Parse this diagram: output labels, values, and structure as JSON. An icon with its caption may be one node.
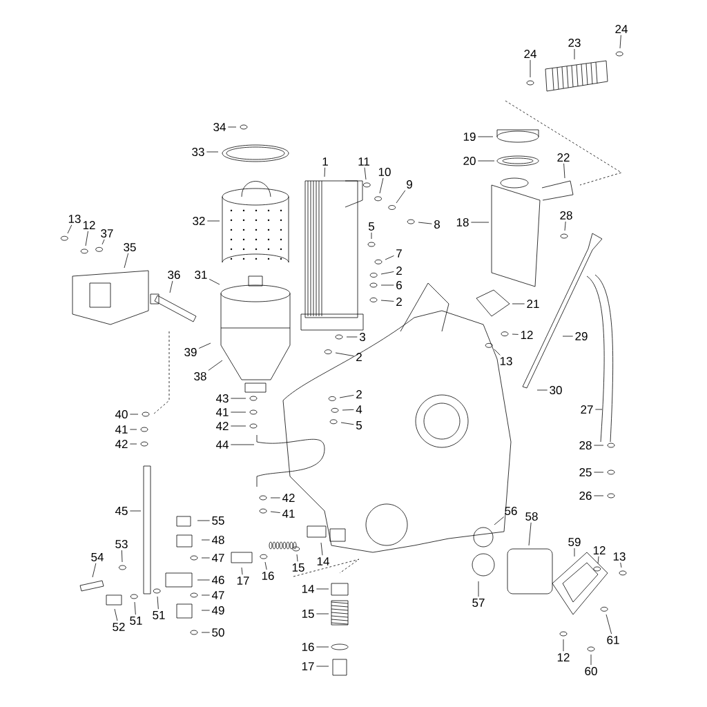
{
  "diagram": {
    "nodes": [
      {
        "text": [
          "24"
        ]
      },
      {
        "text": [
          "23"
        ]
      },
      {
        "text": [
          "24"
        ]
      },
      {
        "text": [
          "34"
        ]
      },
      {
        "text": [
          "33"
        ]
      },
      {
        "text": [
          "19"
        ]
      },
      {
        "text": [
          "20"
        ]
      },
      {
        "text": [
          "22"
        ]
      },
      {
        "text": [
          "1"
        ]
      },
      {
        "text": [
          "11"
        ]
      },
      {
        "text": [
          "10"
        ]
      },
      {
        "text": [
          "9"
        ]
      },
      {
        "text": [
          "8"
        ]
      },
      {
        "text": [
          "32"
        ]
      },
      {
        "text": [
          "18"
        ]
      },
      {
        "text": [
          "28"
        ]
      },
      {
        "text": [
          "13"
        ]
      },
      {
        "text": [
          "12"
        ]
      },
      {
        "text": [
          "37"
        ]
      },
      {
        "text": [
          "35"
        ]
      },
      {
        "text": [
          "5"
        ]
      },
      {
        "text": [
          "7"
        ]
      },
      {
        "text": [
          "2"
        ]
      },
      {
        "text": [
          "6"
        ]
      },
      {
        "text": [
          "2"
        ]
      },
      {
        "text": [
          "36"
        ]
      },
      {
        "text": [
          "31"
        ]
      },
      {
        "text": [
          "21"
        ]
      },
      {
        "text": [
          "3"
        ]
      },
      {
        "text": [
          "12"
        ]
      },
      {
        "text": [
          "29"
        ]
      },
      {
        "text": [
          "39"
        ]
      },
      {
        "text": [
          "13"
        ]
      },
      {
        "text": [
          "2"
        ]
      },
      {
        "text": [
          "38"
        ]
      },
      {
        "text": [
          "30"
        ]
      },
      {
        "text": [
          "2"
        ]
      },
      {
        "text": [
          "43"
        ]
      },
      {
        "text": [
          "4"
        ]
      },
      {
        "text": [
          "27"
        ]
      },
      {
        "text": [
          "41"
        ]
      },
      {
        "text": [
          "40"
        ]
      },
      {
        "text": [
          "5"
        ]
      },
      {
        "text": [
          "42"
        ]
      },
      {
        "text": [
          "41"
        ]
      },
      {
        "text": [
          "42"
        ]
      },
      {
        "text": [
          "44"
        ]
      },
      {
        "text": [
          "28"
        ]
      },
      {
        "text": [
          "25"
        ]
      },
      {
        "text": [
          "26"
        ]
      },
      {
        "text": [
          "42"
        ]
      },
      {
        "text": [
          "41"
        ]
      },
      {
        "text": [
          "45"
        ]
      },
      {
        "text": [
          "56"
        ]
      },
      {
        "text": [
          "58"
        ]
      },
      {
        "text": [
          "55"
        ]
      },
      {
        "text": [
          "48"
        ]
      },
      {
        "text": [
          "59"
        ]
      },
      {
        "text": [
          "53"
        ]
      },
      {
        "text": [
          "12"
        ]
      },
      {
        "text": [
          "13"
        ]
      },
      {
        "text": [
          "47"
        ]
      },
      {
        "text": [
          "54"
        ]
      },
      {
        "text": [
          "14"
        ]
      },
      {
        "text": [
          "15"
        ]
      },
      {
        "text": [
          "16"
        ]
      },
      {
        "text": [
          "17"
        ]
      },
      {
        "text": [
          "46"
        ]
      },
      {
        "text": [
          "14"
        ]
      },
      {
        "text": [
          "47"
        ]
      },
      {
        "text": [
          "57"
        ]
      },
      {
        "text": [
          "49"
        ]
      },
      {
        "text": [
          "15"
        ]
      },
      {
        "text": [
          "51"
        ]
      },
      {
        "text": [
          "51"
        ]
      },
      {
        "text": [
          "52"
        ]
      },
      {
        "text": [
          "50"
        ]
      },
      {
        "text": [
          "61"
        ]
      },
      {
        "text": [
          "16"
        ]
      },
      {
        "text": [
          "12"
        ]
      },
      {
        "text": [
          "17"
        ]
      },
      {
        "text": [
          "60"
        ]
      }
    ],
    "edges": [
      {
        "from": 0,
        "to": null,
        "arrow": "none"
      },
      {
        "from": 1,
        "to": null,
        "arrow": "none"
      },
      {
        "from": 2,
        "to": null,
        "arrow": "none"
      },
      {
        "from": 3,
        "to": null,
        "arrow": "none"
      },
      {
        "from": 4,
        "to": null,
        "arrow": "none"
      },
      {
        "from": 5,
        "to": null,
        "arrow": "none"
      },
      {
        "from": 6,
        "to": null,
        "arrow": "none"
      },
      {
        "from": 7,
        "to": null,
        "arrow": "none"
      },
      {
        "from": 8,
        "to": null,
        "arrow": "none"
      },
      {
        "from": 9,
        "to": null,
        "arrow": "none"
      },
      {
        "from": 10,
        "to": null,
        "arrow": "none"
      },
      {
        "from": 11,
        "to": null,
        "arrow": "none"
      },
      {
        "from": 12,
        "to": null,
        "arrow": "none"
      },
      {
        "from": 13,
        "to": null,
        "arrow": "none"
      },
      {
        "from": 14,
        "to": null,
        "arrow": "none"
      },
      {
        "from": 15,
        "to": null,
        "arrow": "none"
      },
      {
        "from": 16,
        "to": null,
        "arrow": "none"
      },
      {
        "from": 17,
        "to": null,
        "arrow": "none"
      },
      {
        "from": 18,
        "to": null,
        "arrow": "none"
      },
      {
        "from": 19,
        "to": null,
        "arrow": "none"
      },
      {
        "from": 20,
        "to": null,
        "arrow": "none"
      },
      {
        "from": 21,
        "to": null,
        "arrow": "none"
      },
      {
        "from": 22,
        "to": null,
        "arrow": "none"
      },
      {
        "from": 23,
        "to": null,
        "arrow": "none"
      },
      {
        "from": 24,
        "to": null,
        "arrow": "none"
      },
      {
        "from": 25,
        "to": null,
        "arrow": "none"
      },
      {
        "from": 26,
        "to": null,
        "arrow": "none"
      },
      {
        "from": 27,
        "to": null,
        "arrow": "none"
      },
      {
        "from": 28,
        "to": null,
        "arrow": "none"
      },
      {
        "from": 29,
        "to": null,
        "arrow": "none"
      },
      {
        "from": 30,
        "to": null,
        "arrow": "none"
      },
      {
        "from": 31,
        "to": null,
        "arrow": "none"
      },
      {
        "from": 32,
        "to": null,
        "arrow": "none"
      },
      {
        "from": 33,
        "to": null,
        "arrow": "none"
      },
      {
        "from": 34,
        "to": null,
        "arrow": "none"
      },
      {
        "from": 35,
        "to": null,
        "arrow": "none"
      },
      {
        "from": 36,
        "to": null,
        "arrow": "none"
      },
      {
        "from": 37,
        "to": null,
        "arrow": "none"
      },
      {
        "from": 38,
        "to": null,
        "arrow": "none"
      },
      {
        "from": 39,
        "to": null,
        "arrow": "none"
      },
      {
        "from": 40,
        "to": null,
        "arrow": "none"
      },
      {
        "from": 41,
        "to": null,
        "arrow": "none"
      },
      {
        "from": 42,
        "to": null,
        "arrow": "none"
      },
      {
        "from": 43,
        "to": null,
        "arrow": "none"
      },
      {
        "from": 44,
        "to": null,
        "arrow": "none"
      },
      {
        "from": 45,
        "to": null,
        "arrow": "none"
      },
      {
        "from": 46,
        "to": null,
        "arrow": "none"
      },
      {
        "from": 47,
        "to": null,
        "arrow": "none"
      },
      {
        "from": 48,
        "to": null,
        "arrow": "none"
      },
      {
        "from": 49,
        "to": null,
        "arrow": "none"
      },
      {
        "from": 50,
        "to": null,
        "arrow": "none"
      },
      {
        "from": 51,
        "to": null,
        "arrow": "none"
      },
      {
        "from": 52,
        "to": null,
        "arrow": "none"
      },
      {
        "from": 53,
        "to": null,
        "arrow": "none"
      },
      {
        "from": 54,
        "to": null,
        "arrow": "none"
      },
      {
        "from": 55,
        "to": null,
        "arrow": "none"
      },
      {
        "from": 56,
        "to": null,
        "arrow": "none"
      },
      {
        "from": 57,
        "to": null,
        "arrow": "none"
      },
      {
        "from": 58,
        "to": null,
        "arrow": "none"
      },
      {
        "from": 59,
        "to": null,
        "arrow": "none"
      },
      {
        "from": 60,
        "to": null,
        "arrow": "none"
      },
      {
        "from": 61,
        "to": null,
        "arrow": "none"
      },
      {
        "from": 62,
        "to": null,
        "arrow": "none"
      },
      {
        "from": 63,
        "to": null,
        "arrow": "none"
      },
      {
        "from": 64,
        "to": null,
        "arrow": "none"
      },
      {
        "from": 65,
        "to": null,
        "arrow": "none"
      },
      {
        "from": 66,
        "to": null,
        "arrow": "none"
      },
      {
        "from": 67,
        "to": null,
        "arrow": "none"
      },
      {
        "from": 68,
        "to": null,
        "arrow": "none"
      },
      {
        "from": 69,
        "to": null,
        "arrow": "none"
      },
      {
        "from": 70,
        "to": null,
        "arrow": "none"
      },
      {
        "from": 71,
        "to": null,
        "arrow": "none"
      },
      {
        "from": 72,
        "to": null,
        "arrow": "none"
      },
      {
        "from": 73,
        "to": null,
        "arrow": "none"
      },
      {
        "from": 74,
        "to": null,
        "arrow": "none"
      },
      {
        "from": 75,
        "to": null,
        "arrow": "none"
      },
      {
        "from": 76,
        "to": null,
        "arrow": "none"
      },
      {
        "from": 77,
        "to": null,
        "arrow": "none"
      },
      {
        "from": 78,
        "to": null,
        "arrow": "none"
      },
      {
        "from": 79,
        "to": null,
        "arrow": "none"
      },
      {
        "from": 80,
        "to": null,
        "arrow": "none"
      },
      {
        "from": 81,
        "to": null,
        "arrow": "none"
      }
    ]
  }
}
